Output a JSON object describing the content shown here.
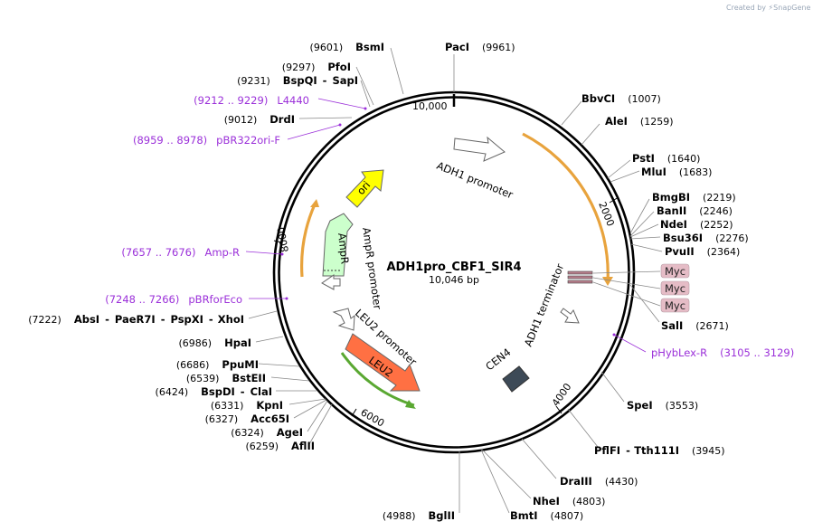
{
  "credit": "Created by ⚡SnapGene",
  "plasmid": {
    "name": "ADH1pro_CBF1_SIR4",
    "size": "10,046 bp"
  },
  "ticks": [
    "10,000",
    "2000",
    "4000",
    "6000",
    "8000"
  ],
  "enzymes": [
    {
      "name": "PacI",
      "pos": "(9961)"
    },
    {
      "name": "BbvCI",
      "pos": "(1007)"
    },
    {
      "name": "AleI",
      "pos": "(1259)"
    },
    {
      "name": "PstI",
      "pos": "(1640)"
    },
    {
      "name": "MluI",
      "pos": "(1683)"
    },
    {
      "name": "BmgBI",
      "pos": "(2219)"
    },
    {
      "name": "BanII",
      "pos": "(2246)"
    },
    {
      "name": "NdeI",
      "pos": "(2252)"
    },
    {
      "name": "Bsu36I",
      "pos": "(2276)"
    },
    {
      "name": "PvuII",
      "pos": "(2364)"
    },
    {
      "name": "SalI",
      "pos": "(2671)"
    },
    {
      "name": "SpeI",
      "pos": "(3553)"
    },
    {
      "name": "PflFI",
      "name2": "Tth111I",
      "pos": "(3945)"
    },
    {
      "name": "DraIII",
      "pos": "(4430)"
    },
    {
      "name": "NheI",
      "pos": "(4803)"
    },
    {
      "name": "BmtI",
      "pos": "(4807)"
    },
    {
      "name": "BglII",
      "pos": "(4988)"
    },
    {
      "name": "AflII",
      "pos": "(6259)"
    },
    {
      "name": "AgeI",
      "pos": "(6324)"
    },
    {
      "name": "Acc65I",
      "pos": "(6327)"
    },
    {
      "name": "KpnI",
      "pos": "(6331)"
    },
    {
      "name": "BspDI",
      "name2": "ClaI",
      "pos": "(6424)"
    },
    {
      "name": "BstEII",
      "pos": "(6539)"
    },
    {
      "name": "PpuMI",
      "pos": "(6686)"
    },
    {
      "name": "HpaI",
      "pos": "(6986)"
    },
    {
      "name": "AbsI",
      "name2": "PaeR7I",
      "name3": "PspXI",
      "name4": "XhoI",
      "pos": "(7222)"
    },
    {
      "name": "DrdI",
      "pos": "(9012)"
    },
    {
      "name": "BspQI",
      "name2": "SapI",
      "pos": "(9231)"
    },
    {
      "name": "PfoI",
      "pos": "(9297)"
    },
    {
      "name": "BsmI",
      "pos": "(9601)"
    }
  ],
  "primers": [
    {
      "name": "L4440",
      "range": "(9212 .. 9229)"
    },
    {
      "name": "pBR322ori-F",
      "range": "(8959 .. 8978)"
    },
    {
      "name": "Amp-R",
      "range": "(7657 .. 7676)"
    },
    {
      "name": "pBRforEco",
      "range": "(7248 .. 7266)"
    },
    {
      "name": "pHybLex-R",
      "range": "(3105 .. 3129)"
    }
  ],
  "features": {
    "adh1_promoter": "ADH1 promoter",
    "adh1_terminator": "ADH1 terminator",
    "ampr_promoter": "AmpR promoter",
    "leu2_promoter": "LEU2 promoter",
    "cen4": "CEN4",
    "ori": "ori",
    "ampr": "AmpR",
    "leu2": "LEU2",
    "myc": [
      "Myc",
      "Myc",
      "Myc"
    ]
  },
  "colors": {
    "ori": "#ffff00",
    "ampr": "#ccffcc",
    "leu2": "#ff7043",
    "cen4": "#3d4a57",
    "myc": "#e5bcc6",
    "primer": "#9b30d9",
    "orf_track": "#e8a33d",
    "green_track": "#5aa832"
  }
}
